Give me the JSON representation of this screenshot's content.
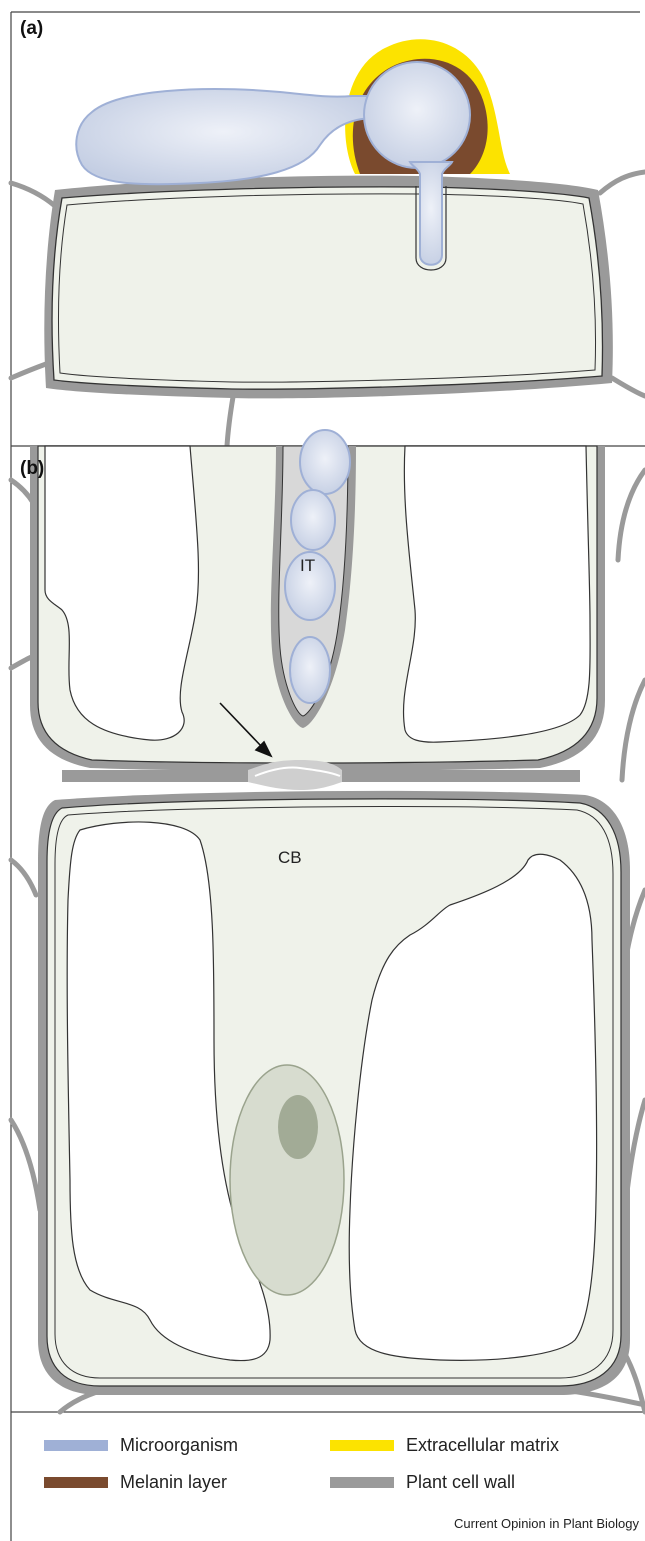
{
  "panels": {
    "a": "(a)",
    "b": "(b)"
  },
  "labels": {
    "infection_thread": "IT",
    "cytoplasmic_bridge": "CB"
  },
  "legend": [
    {
      "label": "Microorganism",
      "color": "#9fb0d6"
    },
    {
      "label": "Melanin layer",
      "color": "#7a4a2e"
    },
    {
      "label": "Extracellular matrix",
      "color": "#fce300"
    },
    {
      "label": "Plant cell wall",
      "color": "#9a9a9a"
    }
  ],
  "caption": "Current Opinion in Plant Biology",
  "colors": {
    "cytoplasm": "#eff2ea",
    "cell_wall": "#9a9a9a",
    "microbe_fill": "#c9d3e6",
    "microbe_edge": "#9fb0d6",
    "melanin": "#7a4a2e",
    "ecm": "#fce300",
    "nucleus": "#d7dccf",
    "nucleolus": "#a2ab96"
  }
}
